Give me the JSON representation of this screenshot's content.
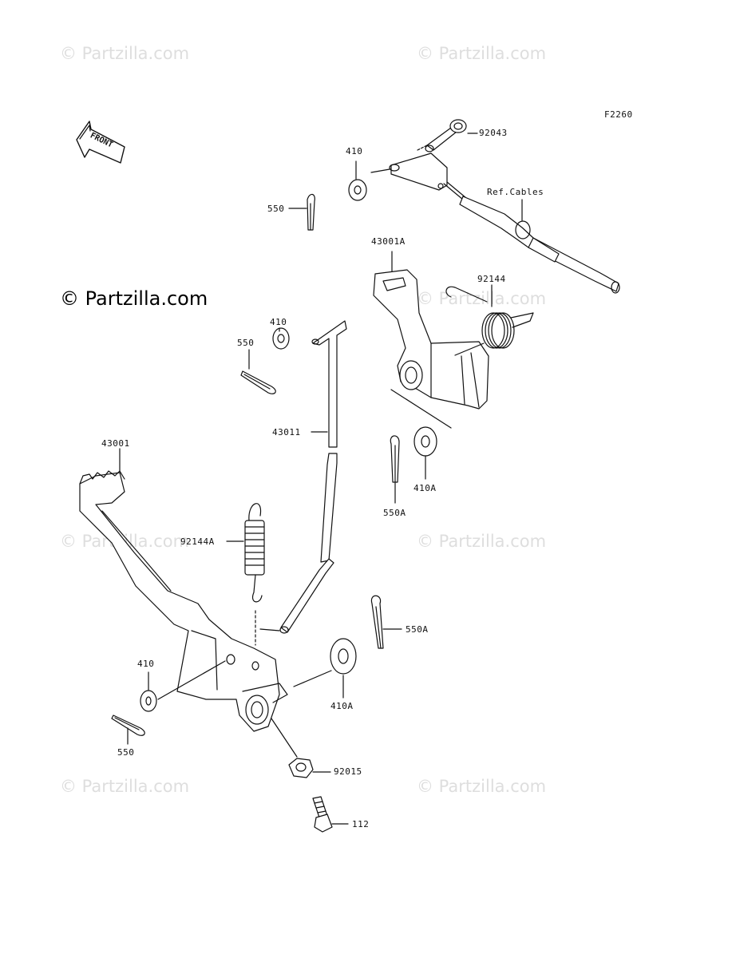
{
  "diagram_id": "F2260",
  "watermarks": {
    "light": "© Partzilla.com",
    "strong": "© Partzilla.com"
  },
  "front_arrow": {
    "text": "FRONT"
  },
  "parts": {
    "p92043": "92043",
    "p410_top": "410",
    "p550_top": "550",
    "ref_cables": "Ref.Cables",
    "p43001A": "43001A",
    "p92144": "92144",
    "p410_mid": "410",
    "p550_mid": "550",
    "p43011": "43011",
    "p410A_mid": "410A",
    "p550A_mid": "550A",
    "p43001": "43001",
    "p92144A": "92144A",
    "p550A_low": "550A",
    "p410_low": "410",
    "p410A_low": "410A",
    "p550_low": "550",
    "p92015": "92015",
    "p112": "112"
  },
  "colors": {
    "line": "#111111",
    "watermark": "#dedede"
  }
}
